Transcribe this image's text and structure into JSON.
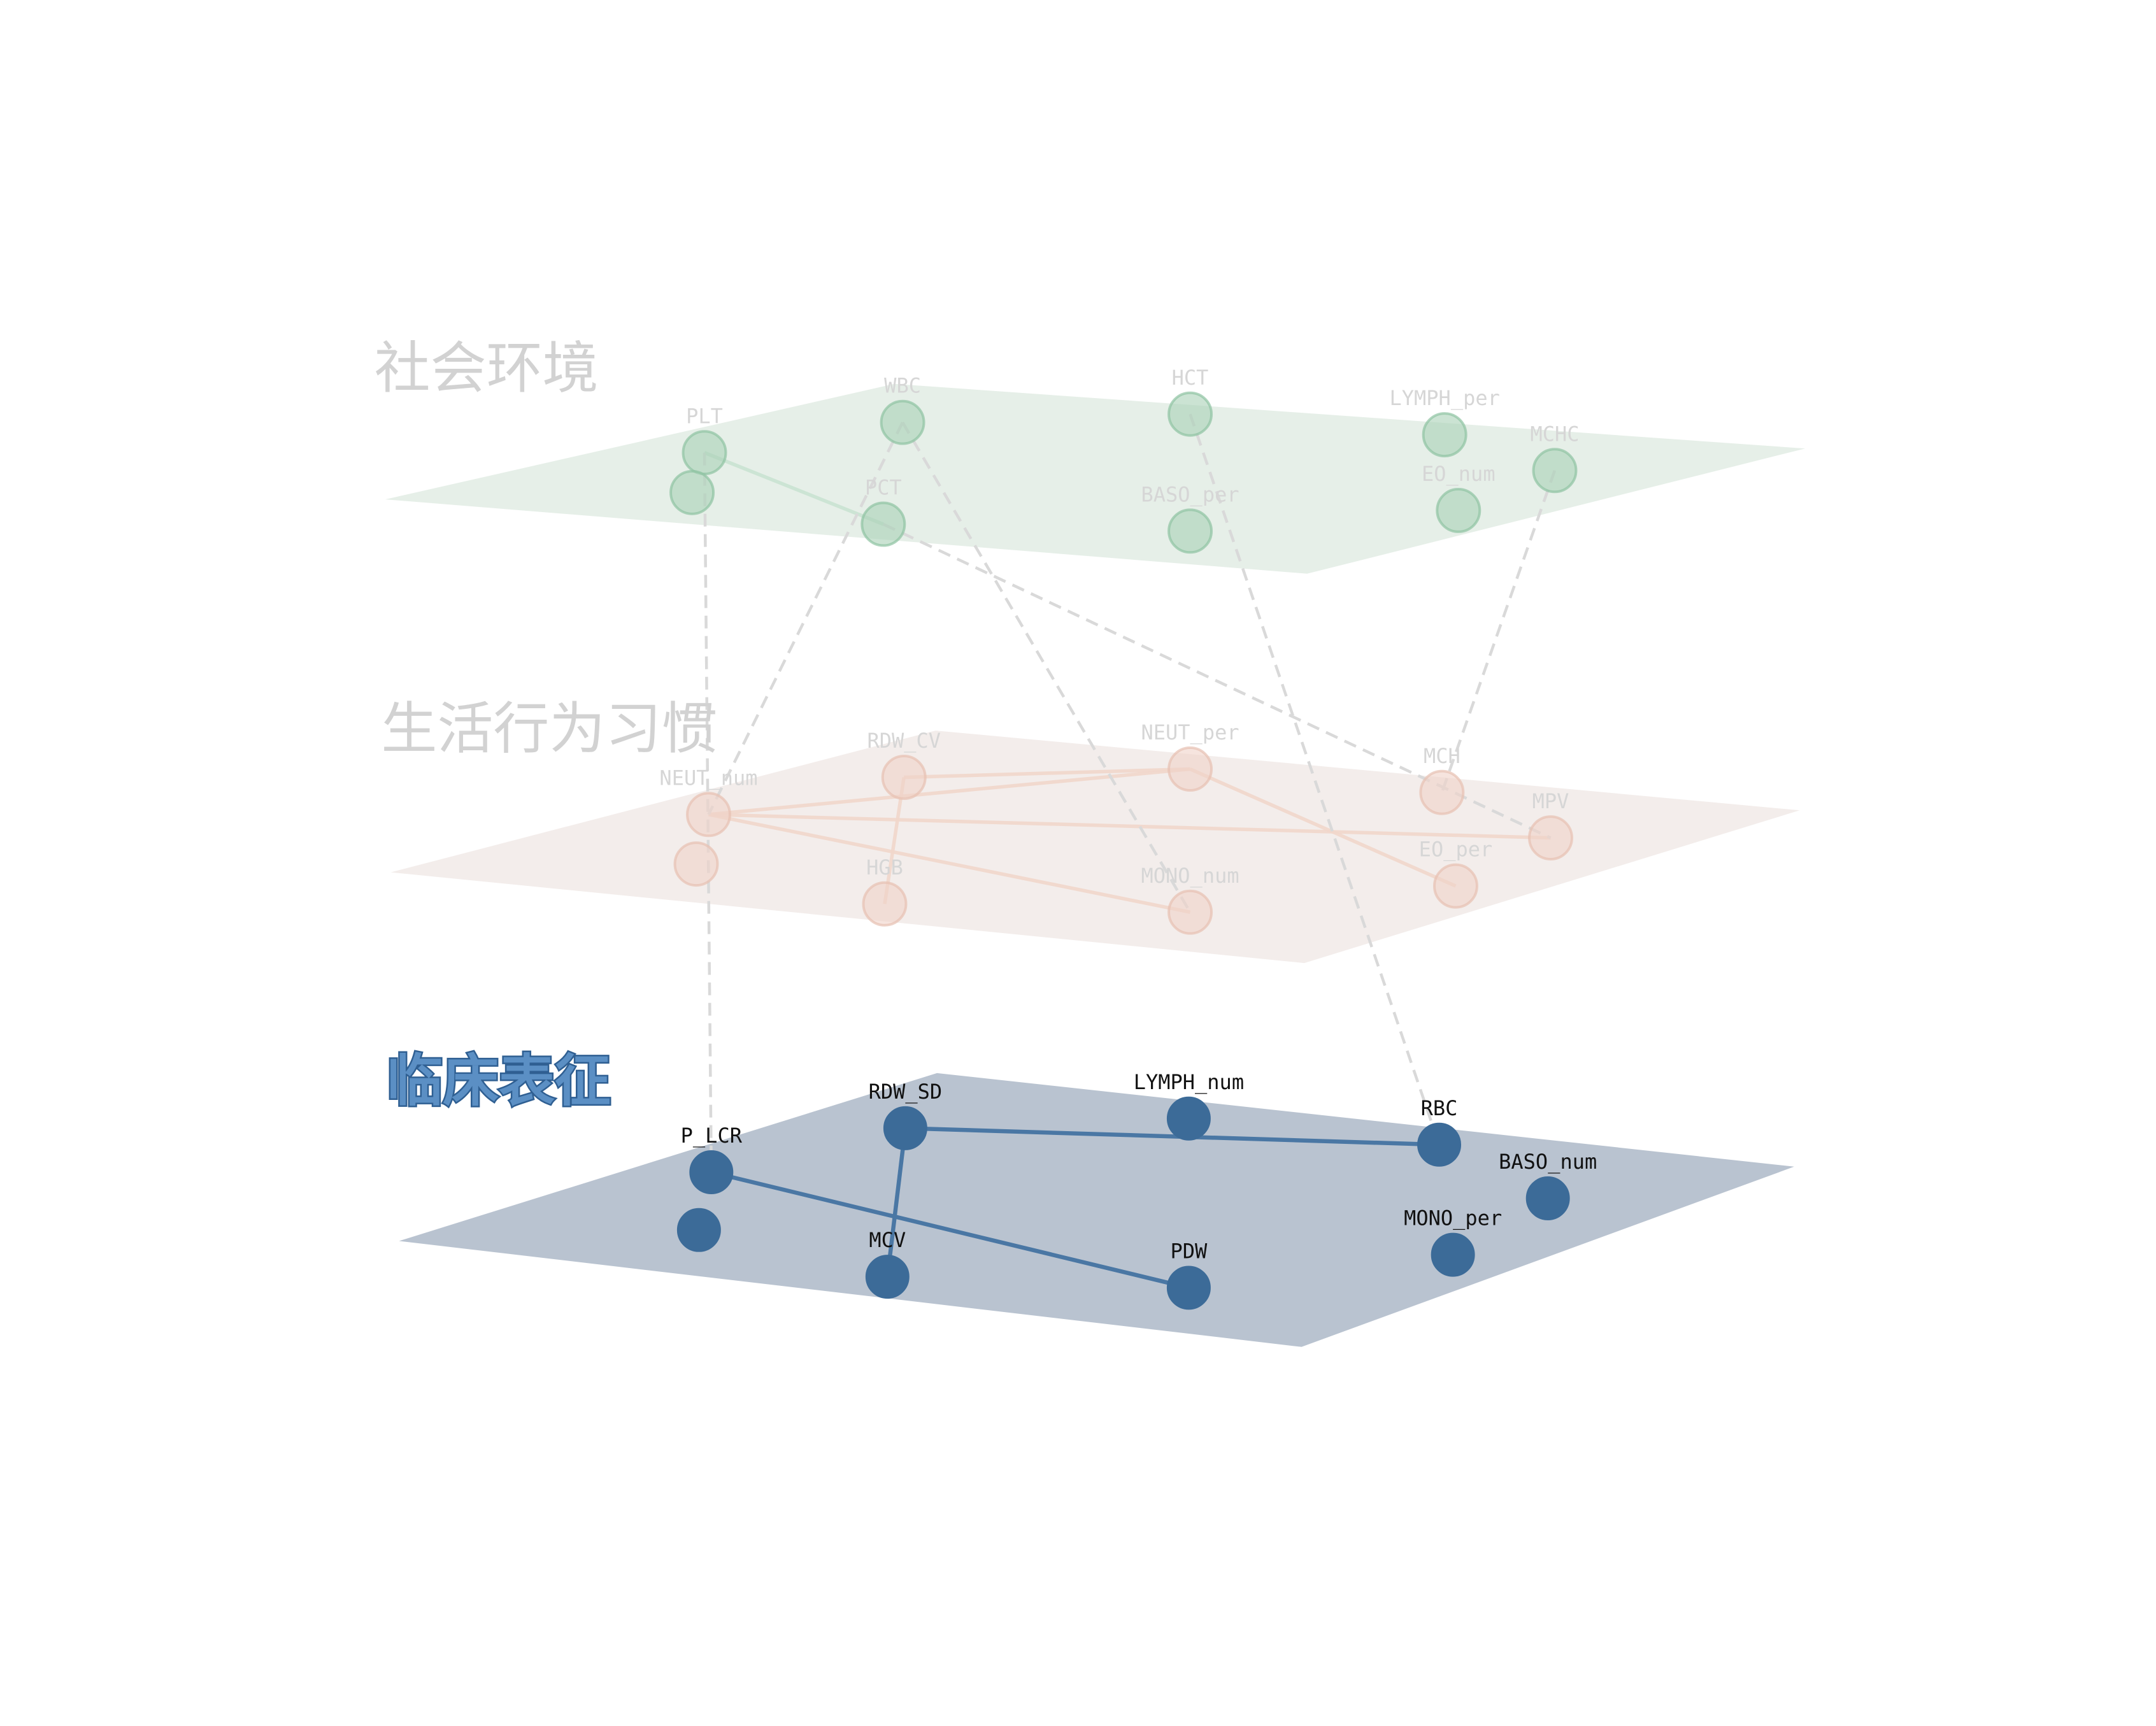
{
  "layers": [
    {
      "key": "social",
      "title": "社会环境",
      "plane_color": "#c8dccd",
      "node_fill": "#a9d0b6",
      "node_stroke": "#8fc3a2",
      "label_color": "#d6d6d6",
      "edge_color": "#c9e2d2",
      "title_color": "#d2d2d2",
      "faded": true,
      "nodes": [
        {
          "id": "PLT",
          "label": "PLT"
        },
        {
          "id": "WBC",
          "label": "WBC"
        },
        {
          "id": "HCT",
          "label": "HCT"
        },
        {
          "id": "LYMPH_per",
          "label": "LYMPH_per"
        },
        {
          "id": "MCHC",
          "label": "MCHC"
        },
        {
          "id": "S_unlabeled",
          "label": ""
        },
        {
          "id": "PCT",
          "label": "PCT"
        },
        {
          "id": "BASO_per",
          "label": "BASO_per"
        },
        {
          "id": "EO_num",
          "label": "EO_num"
        }
      ],
      "edges": [
        [
          "PLT",
          "PCT"
        ]
      ]
    },
    {
      "key": "lifestyle",
      "title": "生活行为习惯",
      "plane_color": "#e8dcd8",
      "node_fill": "#f0d2c8",
      "node_stroke": "#e7c0b2",
      "label_color": "#d6d6d6",
      "edge_color": "#f1d6cb",
      "title_color": "#d2d2d2",
      "faded": true,
      "nodes": [
        {
          "id": "NEUT_num",
          "label": "NEUT_num"
        },
        {
          "id": "RDW_CV",
          "label": "RDW_CV"
        },
        {
          "id": "NEUT_per",
          "label": "NEUT_per"
        },
        {
          "id": "MCH",
          "label": "MCH"
        },
        {
          "id": "MPV",
          "label": "MPV"
        },
        {
          "id": "L_unlabeled",
          "label": ""
        },
        {
          "id": "HGB",
          "label": "HGB"
        },
        {
          "id": "MONO_num",
          "label": "MONO_num"
        },
        {
          "id": "EO_per",
          "label": "EO_per"
        }
      ],
      "edges": [
        [
          "NEUT_num",
          "NEUT_per"
        ],
        [
          "NEUT_num",
          "MPV"
        ],
        [
          "NEUT_num",
          "MONO_num"
        ],
        [
          "RDW_CV",
          "HGB"
        ],
        [
          "RDW_CV",
          "NEUT_per"
        ],
        [
          "NEUT_per",
          "EO_per"
        ]
      ]
    },
    {
      "key": "clinical",
      "title": "临床表征",
      "plane_color": "#8a9bb0",
      "node_fill": "#3c6b98",
      "node_stroke": "#3c6b98",
      "label_color": "#111111",
      "edge_color": "#4a77a4",
      "title_color": "#5b8fc4",
      "faded": false,
      "nodes": [
        {
          "id": "P_LCR",
          "label": "P_LCR"
        },
        {
          "id": "RDW_SD",
          "label": "RDW_SD"
        },
        {
          "id": "LYMPH_num",
          "label": "LYMPH_num"
        },
        {
          "id": "RBC",
          "label": "RBC"
        },
        {
          "id": "BASO_num",
          "label": "BASO_num"
        },
        {
          "id": "C_unlabeled",
          "label": ""
        },
        {
          "id": "MCV",
          "label": "MCV"
        },
        {
          "id": "PDW",
          "label": "PDW"
        },
        {
          "id": "MONO_per",
          "label": "MONO_per"
        }
      ],
      "edges": [
        [
          "P_LCR",
          "PDW"
        ],
        [
          "RDW_SD",
          "MCV"
        ],
        [
          "RDW_SD",
          "RBC"
        ]
      ]
    }
  ],
  "inter_layer_edges": [
    [
      "PLT",
      "P_LCR"
    ],
    [
      "WBC",
      "NEUT_num"
    ],
    [
      "WBC",
      "MONO_num"
    ],
    [
      "HCT",
      "RBC"
    ],
    [
      "MCHC",
      "MCH"
    ],
    [
      "PCT",
      "MPV"
    ]
  ],
  "inter_edge_color": "#d9d9d9"
}
